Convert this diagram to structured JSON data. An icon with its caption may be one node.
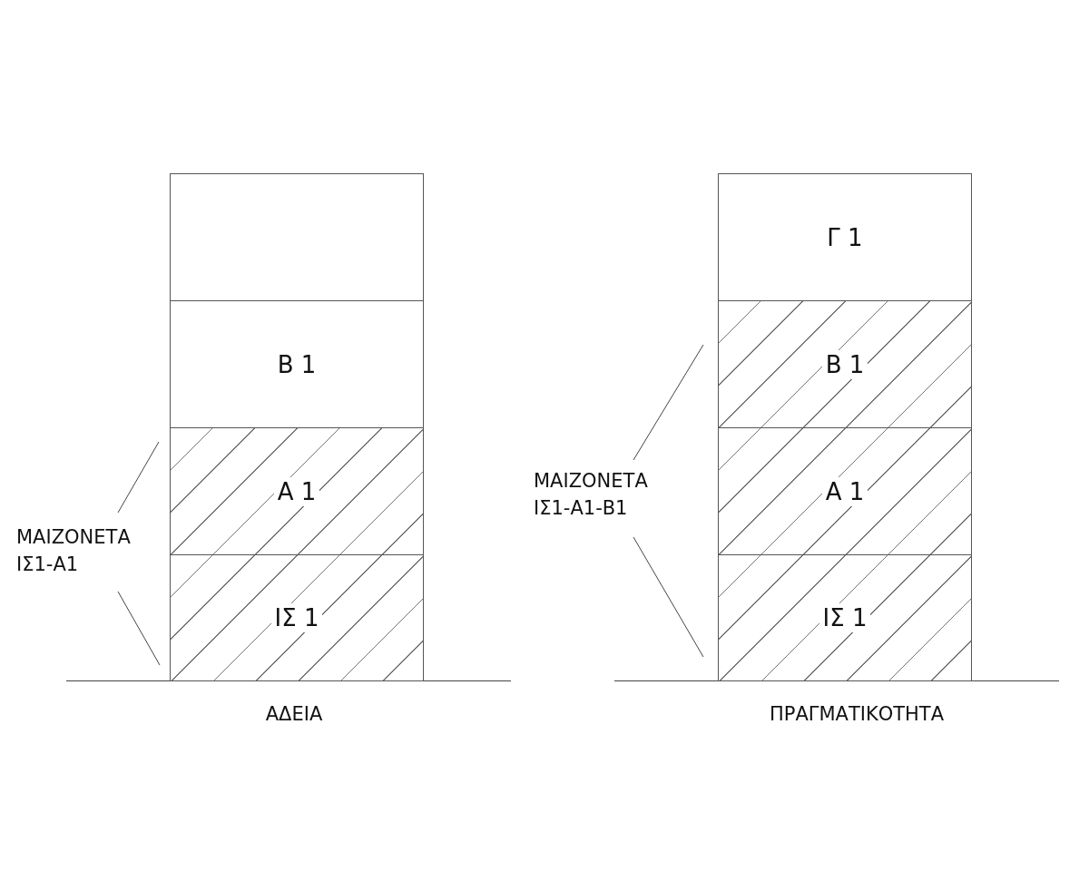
{
  "diagram": {
    "nodes": [
      {
        "text": [],
        "shape": "box"
      },
      {
        "text": [
          "Β 1"
        ]
      },
      {
        "text": [
          "Α 1"
        ]
      },
      {
        "text": [
          "ΙΣ 1"
        ]
      },
      {
        "text": [
          "Γ 1"
        ]
      },
      {
        "text": [
          "Β 1"
        ]
      },
      {
        "text": [
          "Α 1"
        ]
      },
      {
        "text": [
          "ΙΣ 1"
        ]
      }
    ],
    "labels": [
      "ΜΑΙΖΟΝΕΤΑ ΙΣ1-Α1",
      "ΜΑΙΖΟΝΕΤΑ ΙΣ1-Α1-Β1",
      "ΑΔΕΙΑ",
      "ΠΡΑΓΜΑΤΙΚΟΤΗΤΑ"
    ]
  }
}
